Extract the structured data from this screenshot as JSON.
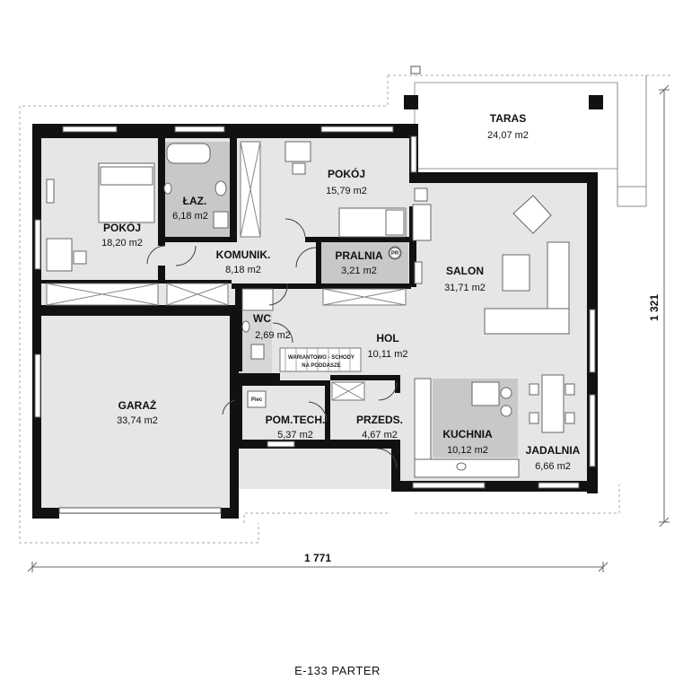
{
  "rooms": {
    "taras": {
      "name": "TARAS",
      "area": "24,07 m2"
    },
    "pokoj1": {
      "name": "POKÓJ",
      "area": "18,20 m2"
    },
    "lazienka": {
      "name": "ŁAZ.",
      "area": "6,18 m2"
    },
    "pokoj2": {
      "name": "POKÓJ",
      "area": "15,79 m2"
    },
    "komunik": {
      "name": "KOMUNIK.",
      "area": "8,18 m2"
    },
    "pralnia": {
      "name": "PRALNIA",
      "area": "3,21 m2"
    },
    "salon": {
      "name": "SALON",
      "area": "31,71 m2"
    },
    "wc": {
      "name": "WC",
      "area": "2,69 m2"
    },
    "hol": {
      "name": "HOL",
      "area": "10,11 m2"
    },
    "garaz": {
      "name": "GARAŻ",
      "area": "33,74 m2"
    },
    "pomtech": {
      "name": "POM.TECH.",
      "area": "5,37 m2"
    },
    "przeds": {
      "name": "PRZEDS.",
      "area": "4,67 m2"
    },
    "kuchnia": {
      "name": "KUCHNIA",
      "area": "10,12 m2"
    },
    "jadalnia": {
      "name": "JADALNIA",
      "area": "6,66 m2"
    }
  },
  "notes": {
    "stairs_line1": "WARIANTOWO - SCHODY",
    "stairs_line2": "NA PODDASZE",
    "piec": "Piec",
    "pr": "PR"
  },
  "dimensions": {
    "width": "1 771",
    "depth": "1 321"
  },
  "caption": "E-133 PARTER",
  "colors": {
    "wall": "#111111",
    "floor": "#e6e6e6",
    "wet_room": "#c8c8c8",
    "dash": "#aaaaaa"
  }
}
